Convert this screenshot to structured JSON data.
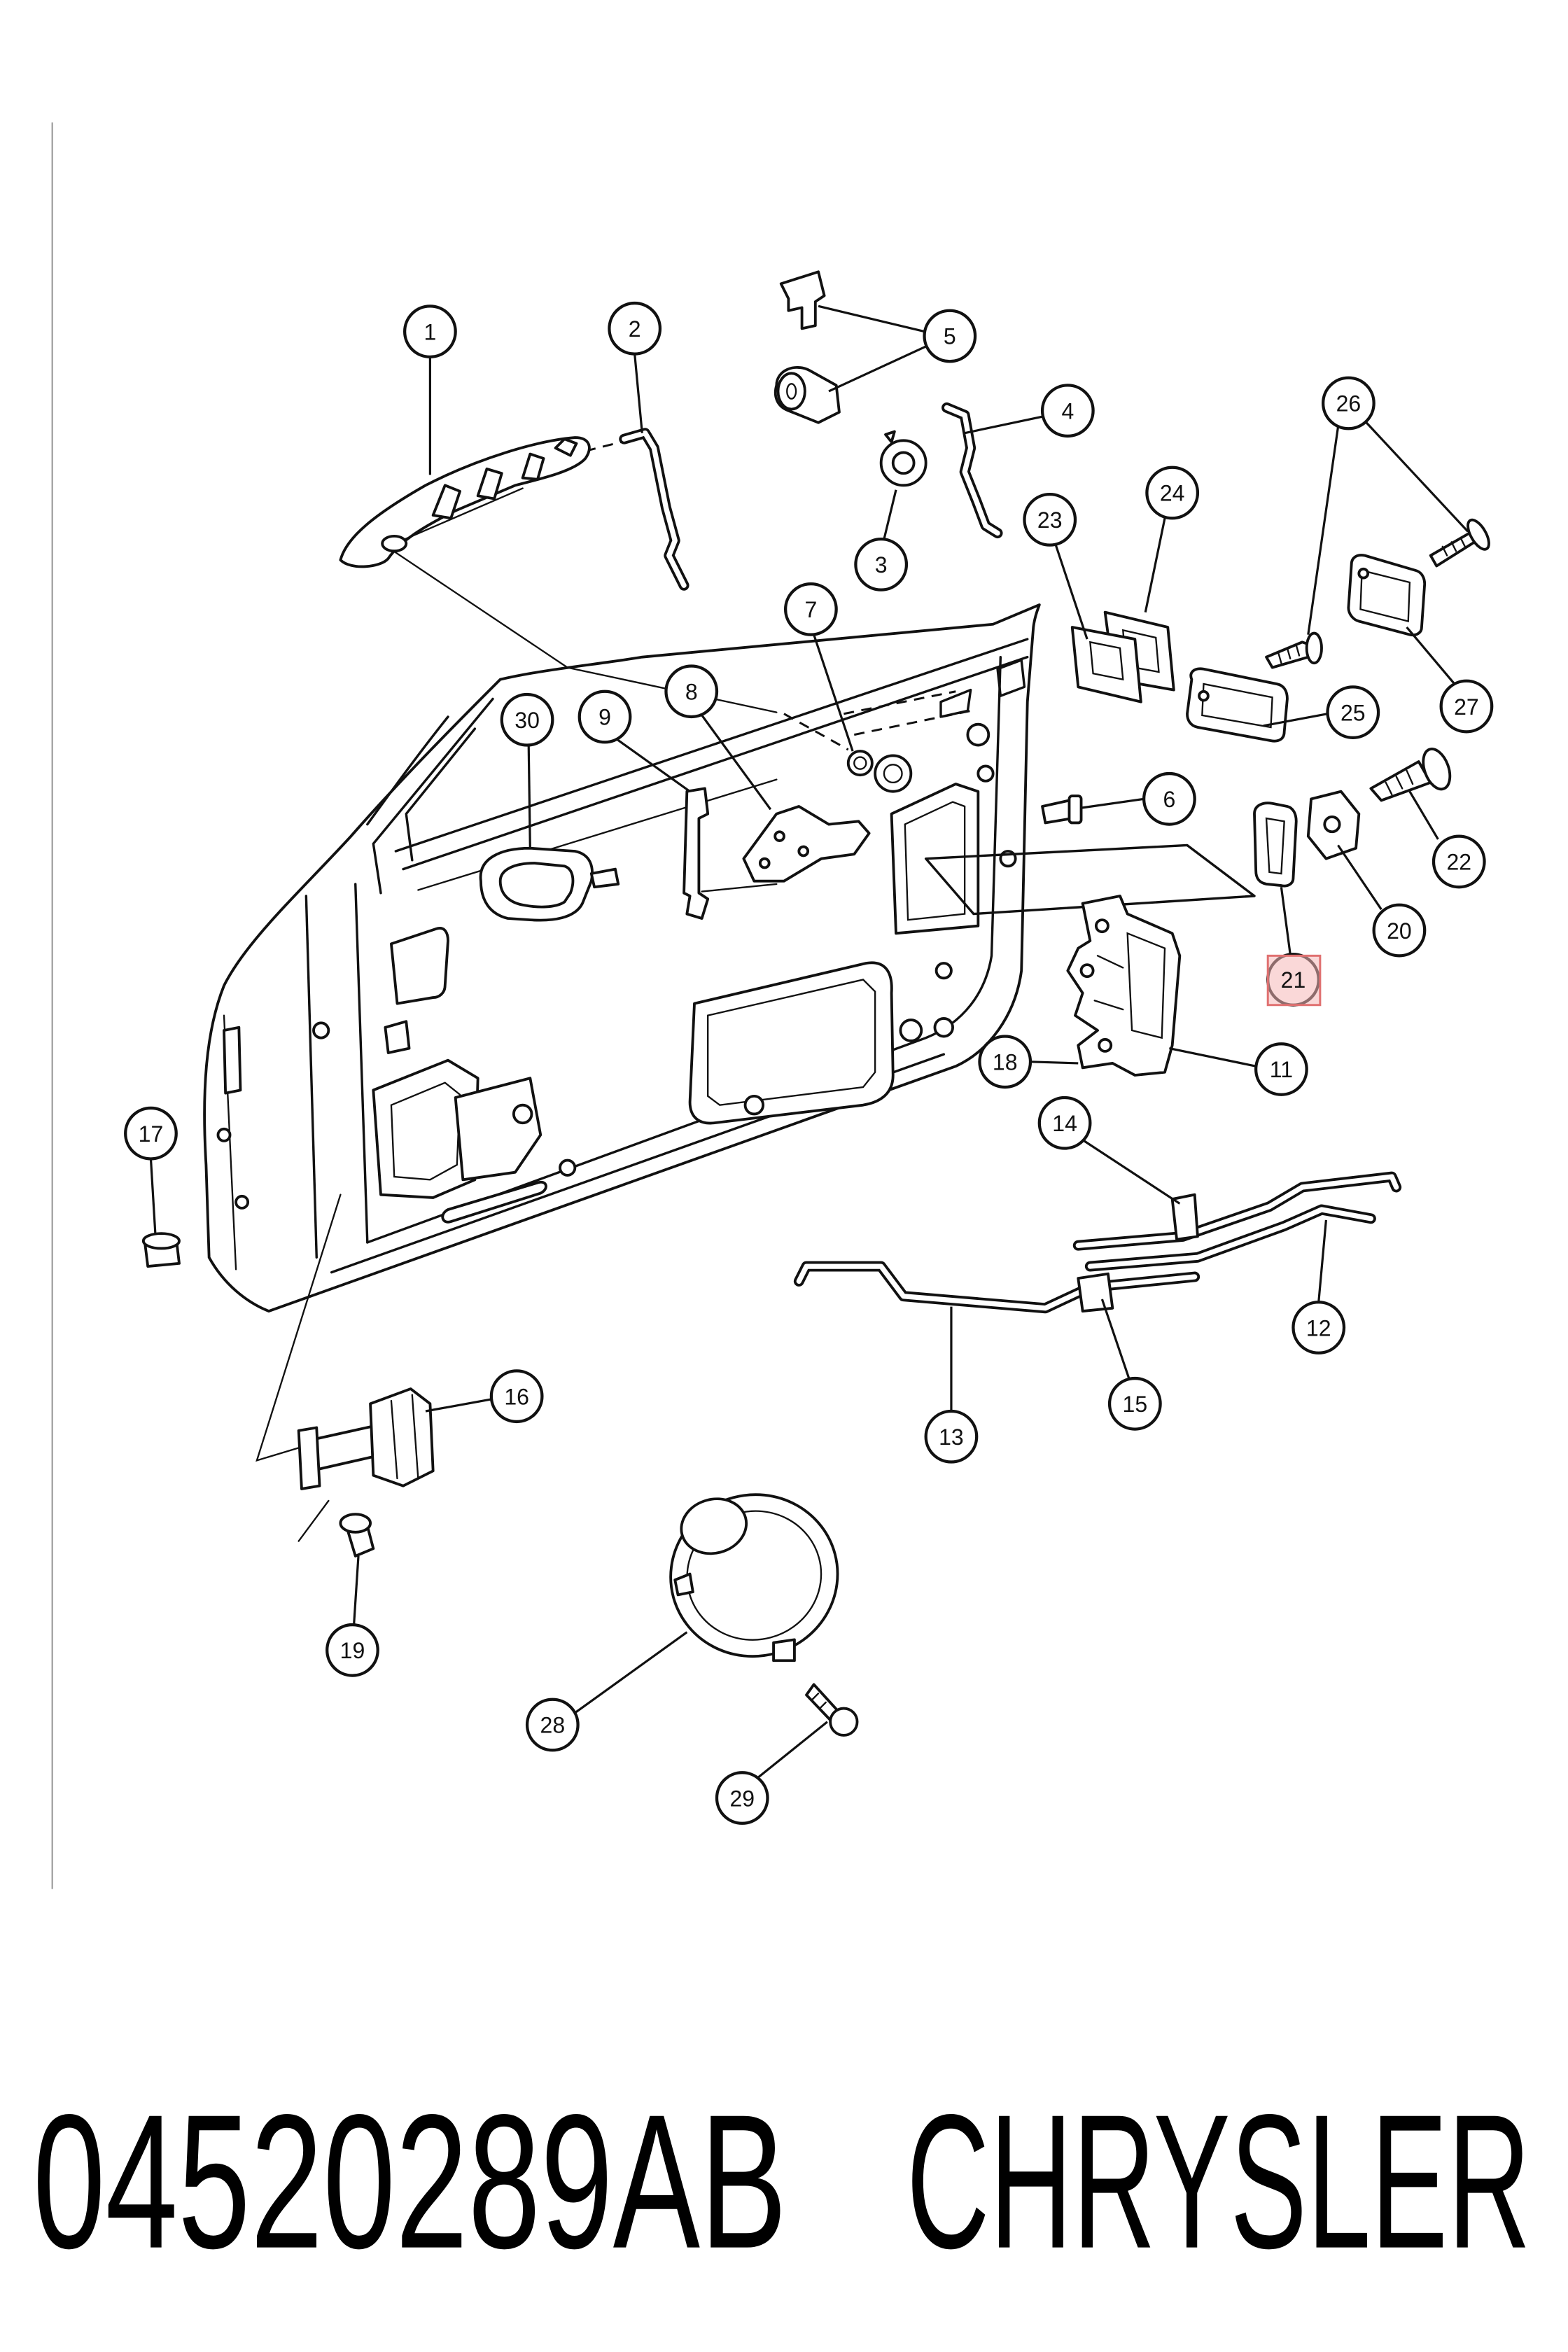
{
  "diagram": {
    "callouts": [
      {
        "label": "1"
      },
      {
        "label": "2"
      },
      {
        "label": "3"
      },
      {
        "label": "4"
      },
      {
        "label": "5"
      },
      {
        "label": "6"
      },
      {
        "label": "7"
      },
      {
        "label": "8"
      },
      {
        "label": "9"
      },
      {
        "label": "11"
      },
      {
        "label": "12"
      },
      {
        "label": "13"
      },
      {
        "label": "14"
      },
      {
        "label": "15"
      },
      {
        "label": "16"
      },
      {
        "label": "17"
      },
      {
        "label": "18"
      },
      {
        "label": "19"
      },
      {
        "label": "20"
      },
      {
        "label": "21",
        "highlighted": true
      },
      {
        "label": "22"
      },
      {
        "label": "23"
      },
      {
        "label": "24"
      },
      {
        "label": "25"
      },
      {
        "label": "26"
      },
      {
        "label": "27"
      },
      {
        "label": "28"
      },
      {
        "label": "29"
      },
      {
        "label": "30"
      }
    ]
  },
  "caption": {
    "part_number": "04520289AB",
    "brand": "CHRYSLER"
  },
  "colors": {
    "line": "#111111",
    "highlight_fill": "#f6b8b8",
    "highlight_stroke": "#e07070",
    "background": "#ffffff"
  }
}
